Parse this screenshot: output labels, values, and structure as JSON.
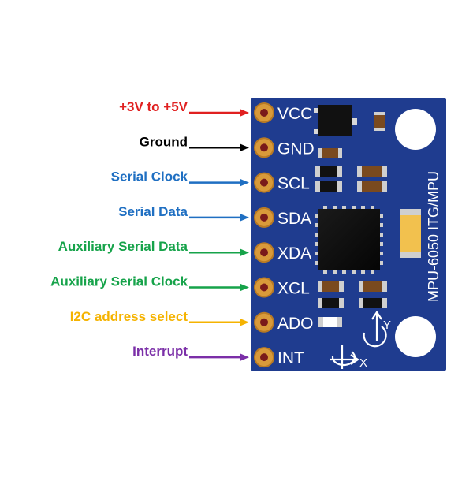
{
  "board": {
    "name": "MPU-6050 ITG/MPU",
    "color": "#1f3c8f",
    "axis_x_label": "X",
    "axis_y_label": "Y"
  },
  "pins": [
    {
      "pin": "VCC",
      "description": "+3V to +5V",
      "color": "#e02020"
    },
    {
      "pin": "GND",
      "description": "Ground",
      "color": "#000000"
    },
    {
      "pin": "SCL",
      "description": "Serial Clock",
      "color": "#1f6fc2"
    },
    {
      "pin": "SDA",
      "description": "Serial Data",
      "color": "#1f6fc2"
    },
    {
      "pin": "XDA",
      "description": "Auxiliary Serial Data",
      "color": "#16a34a"
    },
    {
      "pin": "XCL",
      "description": "Auxiliary Serial Clock",
      "color": "#16a34a"
    },
    {
      "pin": "ADO",
      "description": "I2C address select",
      "color": "#f5b301"
    },
    {
      "pin": "INT",
      "description": "Interrupt",
      "color": "#7b2fa8"
    }
  ]
}
